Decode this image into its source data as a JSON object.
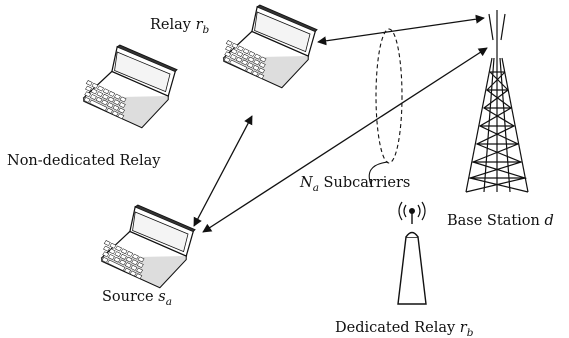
{
  "labels": {
    "relay_rb": {
      "text": "Relay ",
      "var": "r",
      "sub": "b"
    },
    "non_dedicated_relay": "Non-dedicated Relay",
    "subcarriers": {
      "var": "N",
      "sub": "a",
      "text": " Subcarriers"
    },
    "base_station": {
      "text": "Base Station ",
      "var": "d"
    },
    "source": {
      "text": "Source ",
      "var": "s",
      "sub": "a"
    },
    "dedicated_relay": {
      "text": "Dedicated Relay ",
      "var": "r",
      "sub": "b"
    }
  },
  "icons": {
    "laptop": "laptop-icon",
    "tower": "cell-tower-icon",
    "antenna": "relay-antenna-icon"
  },
  "colors": {
    "line": "#111111",
    "background": "#ffffff"
  }
}
